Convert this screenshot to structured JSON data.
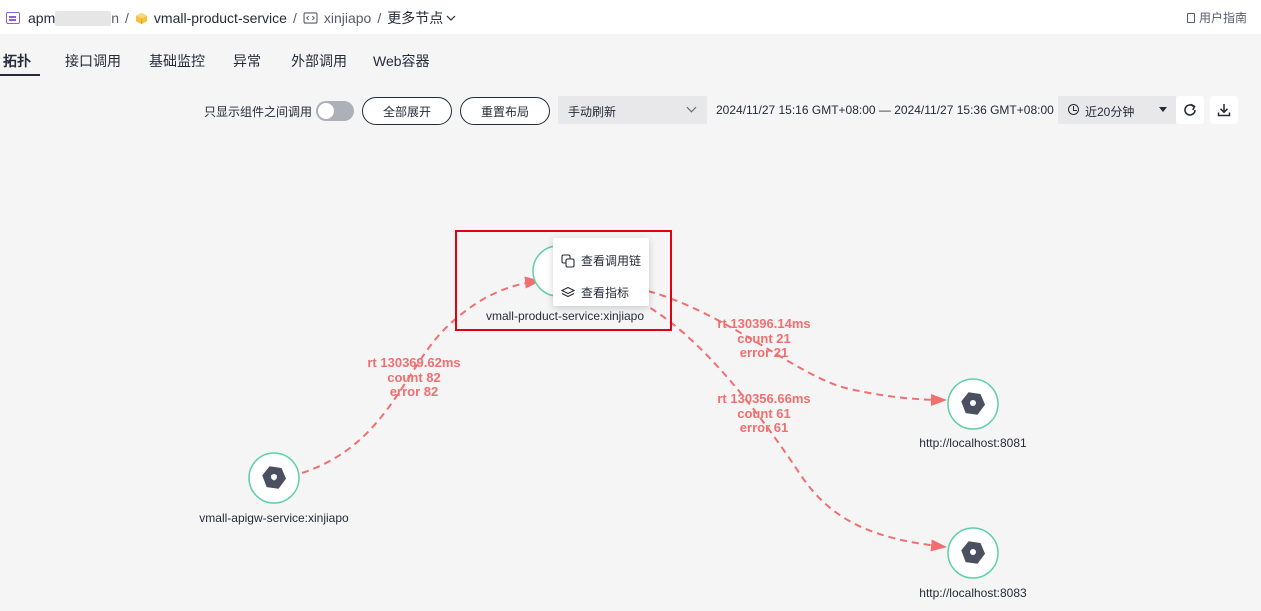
{
  "breadcrumb": {
    "app": "apm",
    "app_suffix": "n",
    "service": "vmall-product-service",
    "env": "xinjiapo",
    "more": "更多节点",
    "separator": "/"
  },
  "header": {
    "guide_label": "用户指南"
  },
  "tabs": [
    {
      "label": "拓扑",
      "active": true
    },
    {
      "label": "接口调用"
    },
    {
      "label": "基础监控"
    },
    {
      "label": "异常"
    },
    {
      "label": "外部调用"
    },
    {
      "label": "Web容器"
    }
  ],
  "toolbar": {
    "only_component_label": "只显示组件之间调用",
    "toggle_on": false,
    "expand_all": "全部展开",
    "reset_layout": "重置布局",
    "refresh_mode": "手动刷新",
    "time_range": "2024/11/27 15:16 GMT+08:00 — 2024/11/27 15:36 GMT+08:00",
    "period": "近20分钟"
  },
  "nodes": {
    "product": "vmall-product-service:xinjiapo",
    "apigw": "vmall-apigw-service:xinjiapo",
    "local8081": "http://localhost:8081",
    "local8083": "http://localhost:8083"
  },
  "edges": {
    "apigw_to_product": {
      "rt": "rt 130369.62ms",
      "count": "count 82",
      "error": "error 82"
    },
    "product_to_8081": {
      "rt": "rt 130396.14ms",
      "count": "count 21",
      "error": "error 21"
    },
    "product_to_8083": {
      "rt": "rt 130356.66ms",
      "count": "count 61",
      "error": "error 61"
    }
  },
  "context_menu": {
    "view_trace": "查看调用链",
    "view_metrics": "查看指标"
  },
  "colors": {
    "edge": "#f16f6f",
    "node_ring": "#5fcfa6",
    "node_icon": "#4b5060",
    "highlight": "#e3000f"
  }
}
